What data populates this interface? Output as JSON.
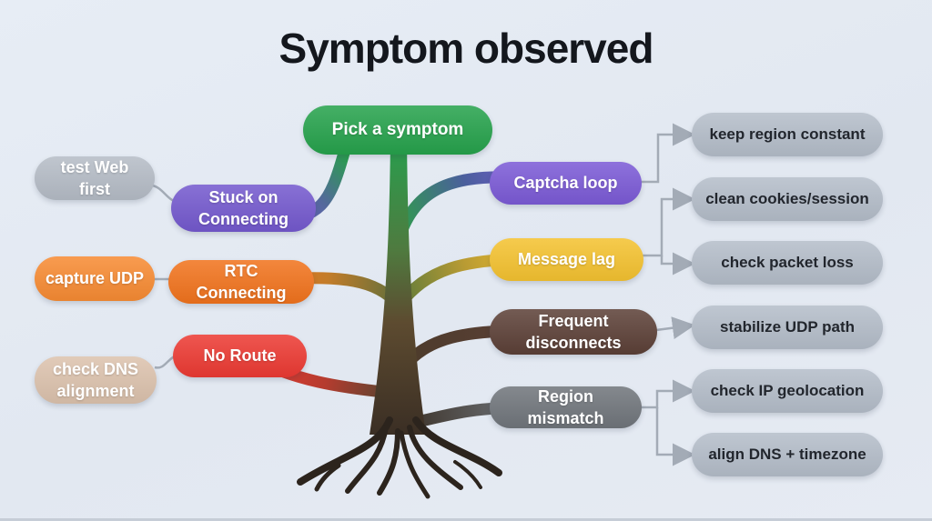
{
  "title": "Symptom observed",
  "canvas": {
    "background": "#e4eaf2",
    "bottom_edge": "#c6cdd7"
  },
  "root_node": {
    "label": "Pick a symptom",
    "color": "#26a24c"
  },
  "hints": [
    {
      "label": "test Web first",
      "color": "#b5bcc6"
    },
    {
      "label": "capture UDP",
      "color": "#f78b33"
    },
    {
      "label": "check DNS alignment",
      "color": "#dcc2ad"
    }
  ],
  "symptoms": [
    {
      "label": "Stuck on Connecting",
      "color": "#7459ce"
    },
    {
      "label": "RTC Connecting",
      "color": "#f1731d"
    },
    {
      "label": "No Route",
      "color": "#ec3a33"
    },
    {
      "label": "Captcha loop",
      "color": "#7b5ad6"
    },
    {
      "label": "Message lag",
      "color": "#f4c230"
    },
    {
      "label": "Frequent disconnects",
      "color": "#5c4037"
    },
    {
      "label": "Region mismatch",
      "color": "#70757b"
    }
  ],
  "actions": [
    {
      "label": "keep region constant"
    },
    {
      "label": "clean cookies/session"
    },
    {
      "label": "check packet loss"
    },
    {
      "label": "stabilize UDP path"
    },
    {
      "label": "check IP geolocation"
    },
    {
      "label": "align DNS + timezone"
    }
  ],
  "action_pill_color": "#b4bdc9",
  "connector_color": "#a3abb6",
  "trunk_colors": [
    "#27a04f",
    "#4f7a3f",
    "#5d4b30",
    "#3a2e24"
  ]
}
